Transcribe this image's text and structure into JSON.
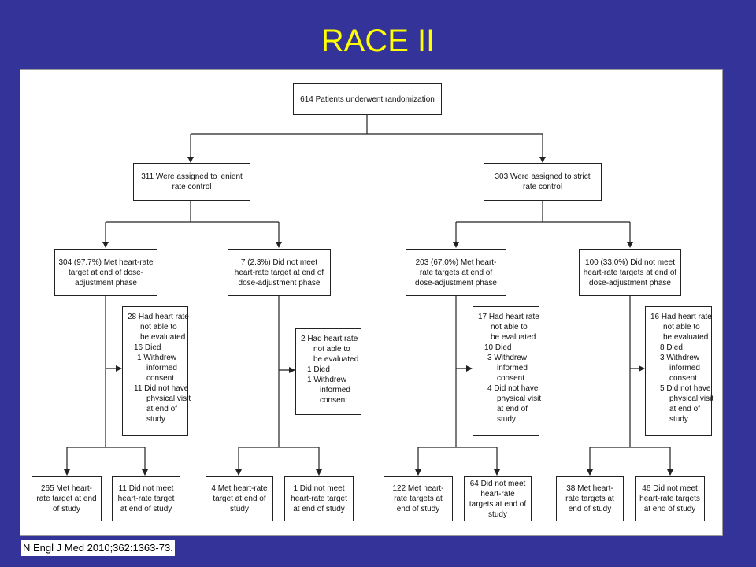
{
  "slide": {
    "title": "RACE II",
    "citation": "N Engl J Med 2010;362:1363-73."
  },
  "flowchart": {
    "root": "614 Patients underwent randomization",
    "arm_lenient": "311 Were assigned to lenient rate control",
    "arm_strict": "303 Were assigned to strict rate control",
    "lenient_met": "304 (97.7%) Met heart-rate target at end of dose-adjustment phase",
    "lenient_not_met": "7 (2.3%) Did not meet heart-rate target at end of dose-adjustment phase",
    "strict_met": "203 (67.0%) Met heart-rate targets at end of dose-adjustment phase",
    "strict_not_met": "100 (33.0%) Did not meet heart-rate targets at end of dose-adjustment phase",
    "excl_lenient_met": {
      "l1": "28 Had heart rate",
      "l2": "not able to",
      "l3": "be evaluated",
      "l4": "16 Died",
      "l5": "1 Withdrew",
      "l6": "informed",
      "l7": "consent",
      "l8": "11 Did not have",
      "l9": "physical visit",
      "l10": "at end of",
      "l11": "study"
    },
    "excl_lenient_not_met": {
      "l1": "2 Had heart rate",
      "l2": "not able to",
      "l3": "be evaluated",
      "l4": "1 Died",
      "l5": "1 Withdrew",
      "l6": "informed",
      "l7": "consent"
    },
    "excl_strict_met": {
      "l1": "17 Had heart rate",
      "l2": "not able to",
      "l3": "be evaluated",
      "l4": "10 Died",
      "l5": "3 Withdrew",
      "l6": "informed",
      "l7": "consent",
      "l8": "4 Did not have",
      "l9": "physical visit",
      "l10": "at end of",
      "l11": "study"
    },
    "excl_strict_not_met": {
      "l1": "16 Had heart rate",
      "l2": "not able to",
      "l3": "be evaluated",
      "l4": "8 Died",
      "l5": "3 Withdrew",
      "l6": "informed",
      "l7": "consent",
      "l8": "5 Did not have",
      "l9": "physical visit",
      "l10": "at end of",
      "l11": "study"
    },
    "outcomes": {
      "o1": "265 Met heart-rate target at end of study",
      "o2": "11 Did not meet heart-rate target at end of study",
      "o3": "4 Met heart-rate target at end of study",
      "o4": "1 Did not meet heart-rate target at end of study",
      "o5": "122 Met heart-rate targets at end of study",
      "o6": "64 Did not meet heart-rate targets at end of study",
      "o7": "38 Met heart-rate targets at end of study",
      "o8": "46 Did not meet heart-rate targets at end of study"
    }
  },
  "colors": {
    "background": "#333399",
    "title": "#ffff00",
    "panel": "#ffffff"
  }
}
